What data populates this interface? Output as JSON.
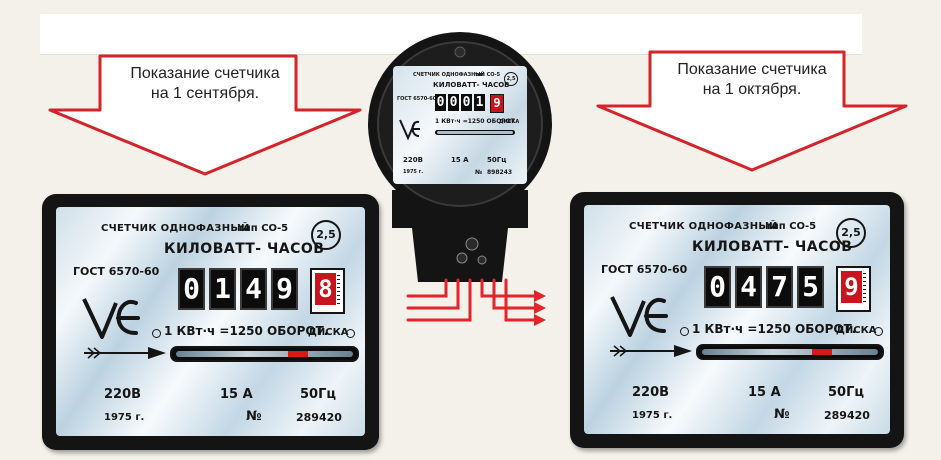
{
  "callouts": {
    "left": {
      "line1": "Показание счетчика",
      "line2": "на 1 сентября."
    },
    "right": {
      "line1": "Показание счетчика",
      "line2": "на 1 октября."
    }
  },
  "meters": {
    "left": {
      "phase": "СЧЕТЧИК ОДНОФАЗНЫЙ",
      "type": "тип СО-5",
      "class": "2,5",
      "unit": "КИЛОВАТТ- ЧАСОВ",
      "gost": "ГОСТ 6570-60",
      "digits": [
        "0",
        "1",
        "4",
        "9"
      ],
      "red_digit": "8",
      "revolutions": "1 КВт·ч =1250 ОБОРОТ.",
      "disk": "ДИСКА",
      "voltage": "220В",
      "current": "15 А",
      "frequency": "50Гц",
      "year": "1975 г.",
      "number_sign": "№",
      "serial": "289420"
    },
    "right": {
      "phase": "СЧЕТЧИК ОДНОФАЗНЫЙ",
      "type": "тип СО-5",
      "class": "2,5",
      "unit": "КИЛОВАТТ- ЧАСОВ",
      "gost": "ГОСТ 6570-60",
      "digits": [
        "0",
        "4",
        "7",
        "5"
      ],
      "red_digit": "9",
      "revolutions": "1 КВт·ч =1250 ОБОРОТ.",
      "disk": "ДИСКА",
      "voltage": "220В",
      "current": "15 А",
      "frequency": "50Гц",
      "year": "1975 г.",
      "number_sign": "№",
      "serial": "289420"
    },
    "center": {
      "phase": "СЧЕТЧИК ОДНОФАЗНЫЙ",
      "type": "тип СО-5",
      "class": "2,5",
      "unit": "КИЛОВАТТ- ЧАСОВ",
      "gost": "ГОСТ 6570-60",
      "digits": [
        "0",
        "0",
        "0",
        "1"
      ],
      "red_digit": "9",
      "revolutions": "1 КВт·ч =1250 ОБОРОТ.",
      "disk": "ДИСКА",
      "voltage": "220В",
      "current": "15 А",
      "frequency": "50Гц",
      "year": "1975 г.",
      "number_sign": "№",
      "serial": "898243"
    }
  },
  "colors": {
    "callout_fill": "#ffffff",
    "callout_stroke": "#d4232a",
    "arrow_red": "#d4232a",
    "wire_red": "#e5232b",
    "frame": "#141414"
  },
  "icons": {
    "manufacturer_logo": "chevron-e-logo-icon",
    "disk_arrow": "arrow-right-icon",
    "wires": "wires-icon"
  }
}
